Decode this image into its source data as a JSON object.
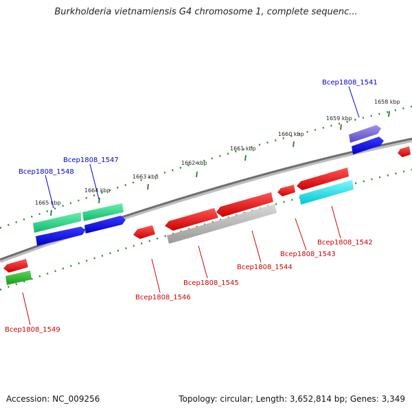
{
  "title": "Burkholderia vietnamiensis G4 chromosome 1, complete sequenc...",
  "footer": {
    "accession": "Accession: NC_009256",
    "summary": "Topology: circular; Length: 3,652,814 bp; Genes: 3,349"
  },
  "colors": {
    "backbone": "#808080",
    "forward_label": "#0000cc",
    "reverse_label": "#cc0000",
    "tick": "#2a8a2a",
    "red_gene": "#ee1111",
    "blue_gene": "#1a1ae6",
    "green_gene": "#22dd88",
    "gray_gene": "#b0b0b0",
    "cyan_gene": "#00e5ee",
    "purple_gene": "#7a6adb",
    "lime_gene": "#2bb52b"
  },
  "scale_labels": [
    "1658 kbp",
    "1659 kbp",
    "1660 kbp",
    "1661 kbp",
    "1662 kbp",
    "1663 kbp",
    "1664 kbp",
    "1665 kbp"
  ],
  "gene_labels": {
    "upper": [
      "Bcep1808_1541",
      "Bcep1808_1547",
      "Bcep1808_1548"
    ],
    "lower": [
      "Bcep1808_1542",
      "Bcep1808_1543",
      "Bcep1808_1544",
      "Bcep1808_1545",
      "Bcep1808_1546",
      "Bcep1808_1549"
    ]
  }
}
